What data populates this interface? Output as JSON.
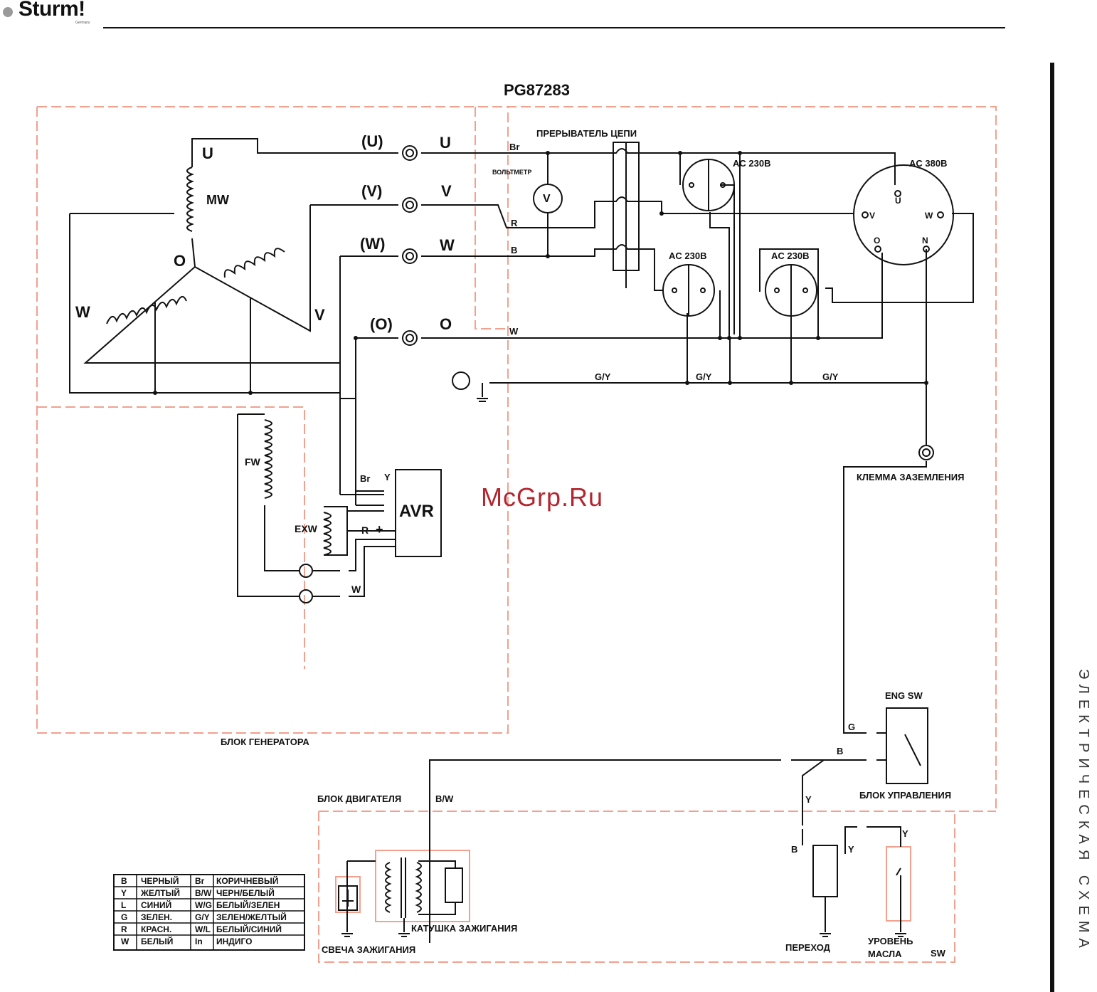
{
  "header": {
    "brand": "Sturm!",
    "brand_sub": "Germany",
    "side_title": "ЭЛЕКТРИЧЕСКАЯ СХЕМА"
  },
  "diagram": {
    "model": "PG87283",
    "watermark": "McGrp.Ru",
    "terminals": {
      "u_paren": "(U)",
      "v_paren": "(V)",
      "w_paren": "(W)",
      "o_paren": "(O)",
      "u": "U",
      "v": "V",
      "w": "W",
      "o": "O"
    },
    "winding": {
      "mw": "MW",
      "u": "U",
      "o": "O",
      "w": "W",
      "v": "V",
      "fw": "FW",
      "exw": "EXW",
      "avr": "AVR"
    },
    "avr_pins": {
      "br": "Br",
      "y": "Y",
      "r": "R",
      "plus": "+",
      "w": "W"
    },
    "wires": {
      "br": "Br",
      "r": "R",
      "b": "B",
      "w": "W",
      "gy1": "G/Y",
      "gy2": "G/Y",
      "gy3": "G/Y"
    },
    "breaker_label": "ПРЕРЫВАТЕЛЬ ЦЕПИ",
    "voltmeter_label": "ВОЛЬТМЕТР",
    "voltmeter_symbol": "V",
    "sockets": {
      "ac230_top": "AC 230В",
      "ac230_left": "AC 230В",
      "ac230_right": "AC 230В",
      "ac380": "AC 380В",
      "ac380_pins": {
        "u": "U",
        "v": "V",
        "w": "W",
        "o": "O",
        "n": "N"
      }
    },
    "ground_terminal_label": "КЛЕММА ЗАЗЕМЛЕНИЯ",
    "generator_block": "БЛОК ГЕНЕРАТОРА",
    "engine_block": "БЛОК ДВИГАТЕЛЯ",
    "engine_wire": "B/W",
    "eng_sw": "ENG SW",
    "control_block": "БЛОК УПРАВЛЕНИЯ",
    "control_wires": {
      "g": "G",
      "b": "B",
      "y": "Y",
      "b2": "B",
      "y2": "Y",
      "y3": "Y"
    },
    "ignition_coil": "КАТУШКА ЗАЖИГАНИЯ",
    "spark_plug": "СВЕЧА ЗАЖИГАНИЯ",
    "transition": "ПЕРЕХОД",
    "oil_level": "УРОВЕНЬ МАСЛА",
    "oil_sw": "SW"
  },
  "legend": [
    [
      "B",
      "ЧЕРНЫЙ",
      "Br",
      "КОРИЧНЕВЫЙ"
    ],
    [
      "Y",
      "ЖЕЛТЫЙ",
      "B/W",
      "ЧЕРН/БЕЛЫЙ"
    ],
    [
      "L",
      "СИНИЙ",
      "W/G",
      "БЕЛЫЙ/ЗЕЛЕН"
    ],
    [
      "G",
      "ЗЕЛЕН.",
      "G/Y",
      "ЗЕЛЕН/ЖЕЛТЫЙ"
    ],
    [
      "R",
      "КРАСН.",
      "W/L",
      "БЕЛЫЙ/СИНИЙ"
    ],
    [
      "W",
      "БЕЛЫЙ",
      "In",
      "ИНДИГО"
    ]
  ],
  "colors": {
    "block_outline": "#f3a08e",
    "wire": "#111111",
    "watermark": "#b3262f"
  }
}
